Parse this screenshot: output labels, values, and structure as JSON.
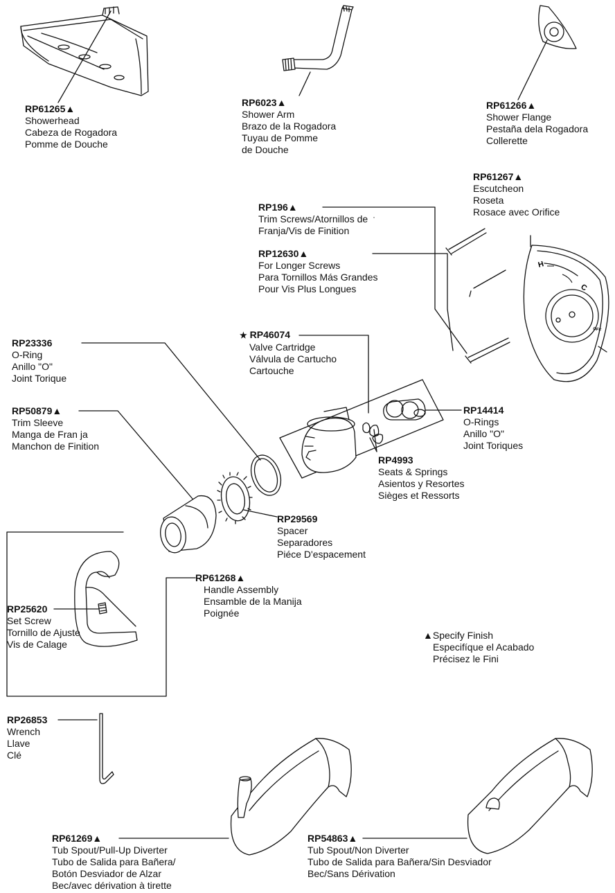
{
  "parts": {
    "showerhead": {
      "part_no": "RP61265▲",
      "lines": [
        "Showerhead",
        "Cabeza de Rogadora",
        "Pomme de Douche"
      ]
    },
    "shower_arm": {
      "part_no": "RP6023▲",
      "lines": [
        "Shower Arm",
        "Brazo de la Rogadora",
        "Tuyau de Pomme",
        "de Douche"
      ]
    },
    "shower_flange": {
      "part_no": "RP61266▲",
      "lines": [
        "Shower Flange",
        "Pestaña dela Rogadora",
        "Collerette"
      ]
    },
    "escutcheon": {
      "part_no": "RP61267▲",
      "lines": [
        "Escutcheon",
        "Roseta",
        "Rosace avec Orifice"
      ]
    },
    "trim_screws": {
      "part_no": "RP196▲",
      "lines": [
        "Trim Screws/Atornillos de",
        "Franja/Vis de Finition"
      ]
    },
    "longer_screws": {
      "part_no": "RP12630▲",
      "lines": [
        "For Longer Screws",
        "Para Tornillos Más Grandes",
        "Pour Vis Plus Longues"
      ]
    },
    "valve_cartridge": {
      "part_no": "RP46074",
      "star": "★",
      "lines": [
        "Valve Cartridge",
        "Válvula de Cartucho",
        "Cartouche"
      ]
    },
    "o_ring": {
      "part_no": "RP23336",
      "lines": [
        "O-Ring",
        "Anillo \"O\"",
        "Joint Torique"
      ]
    },
    "trim_sleeve": {
      "part_no": "RP50879▲",
      "lines": [
        "Trim Sleeve",
        "Manga de Fran ja",
        "Manchon de Finition"
      ]
    },
    "o_rings": {
      "part_no": "RP14414",
      "lines": [
        "O-Rings",
        "Anillo \"O\"",
        "Joint Toriques"
      ]
    },
    "seats_springs": {
      "part_no": "RP4993",
      "lines": [
        "Seats & Springs",
        "Asientos y Resortes",
        "Sièges et Ressorts"
      ]
    },
    "spacer": {
      "part_no": "RP29569",
      "lines": [
        "Spacer",
        "Separadores",
        "Piéce D'espacement"
      ]
    },
    "handle_assembly": {
      "part_no": "RP61268▲",
      "lines": [
        "Handle Assembly",
        "Ensamble de la Manija",
        "Poignée"
      ]
    },
    "set_screw": {
      "part_no": "RP25620",
      "lines": [
        "Set Screw",
        "Tornillo de Ajuste",
        "Vis de Calage"
      ]
    },
    "wrench": {
      "part_no": "RP26853",
      "lines": [
        "Wrench",
        "Llave",
        "Clé"
      ]
    },
    "tub_spout_diverter": {
      "part_no": "RP61269▲",
      "lines": [
        "Tub Spout/Pull-Up Diverter",
        "Tubo de Salida para Bañera/",
        "Botón Desviador de Alzar",
        "Bec/avec dérivation à tirette"
      ]
    },
    "tub_spout_non_diverter": {
      "part_no": "RP54863▲",
      "lines": [
        "Tub Spout/Non Diverter",
        "Tubo de Salida para Bañera/Sin Desviador",
        "Bec/Sans Dérivation"
      ]
    }
  },
  "finish_note": {
    "lines": [
      "▲Specify Finish",
      "Especifíque el Acabado",
      "Précisez le Fini"
    ]
  },
  "escutcheon_marks": {
    "hot": "H",
    "cold": "C",
    "off": "OFF"
  }
}
